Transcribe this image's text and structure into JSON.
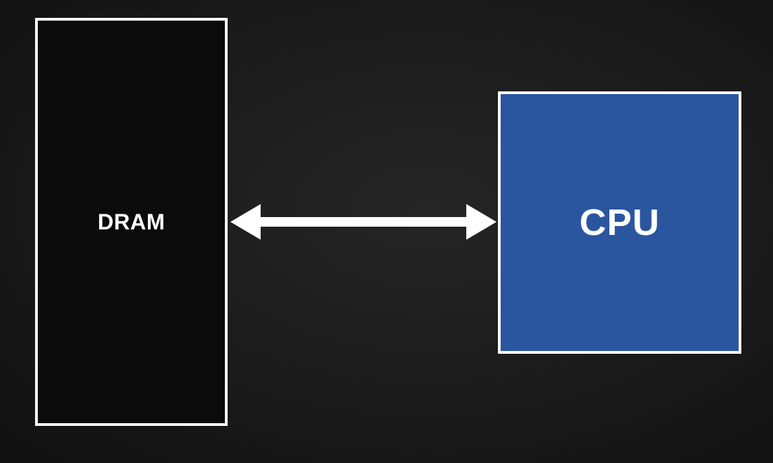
{
  "diagram": {
    "nodes": [
      {
        "id": "dram",
        "label": "DRAM",
        "fill": "#0b0b0b",
        "border": "#ffffff"
      },
      {
        "id": "cpu",
        "label": "CPU",
        "fill": "#2a56a0",
        "border": "#ffffff"
      }
    ],
    "edges": [
      {
        "from": "dram",
        "to": "cpu",
        "direction": "bidirectional",
        "color": "#ffffff"
      }
    ]
  },
  "colors": {
    "background": "#1a1a1a",
    "cpu_fill": "#2a56a0",
    "stroke": "#ffffff"
  }
}
